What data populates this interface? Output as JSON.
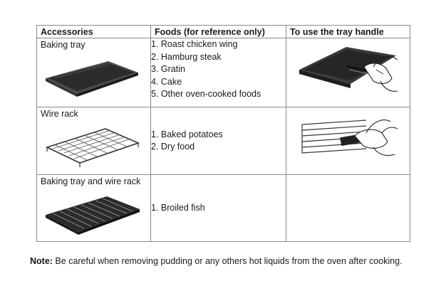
{
  "table": {
    "headers": {
      "accessories": "Accessories",
      "foods": "Foods (for reference only)",
      "handle": "To use the tray handle"
    },
    "rows": [
      {
        "accessory": "Baking tray",
        "foods": [
          "1. Roast chicken wing",
          "2. Hamburg steak",
          "3. Gratin",
          "4. Cake",
          "5. Other oven-cooked foods"
        ]
      },
      {
        "accessory": "Wire rack",
        "foods": [
          "1. Baked potatoes",
          "2. Dry food"
        ]
      },
      {
        "accessory": "Baking tray and wire rack",
        "foods": [
          "1. Broiled fish"
        ]
      }
    ]
  },
  "note": {
    "label": "Note:",
    "text": " Be careful when removing pudding or any others hot liquids from the oven after cooking."
  },
  "colors": {
    "border": "#8a8a8a",
    "text": "#1a1a1a",
    "tray_dark": "#2b2b2b"
  }
}
